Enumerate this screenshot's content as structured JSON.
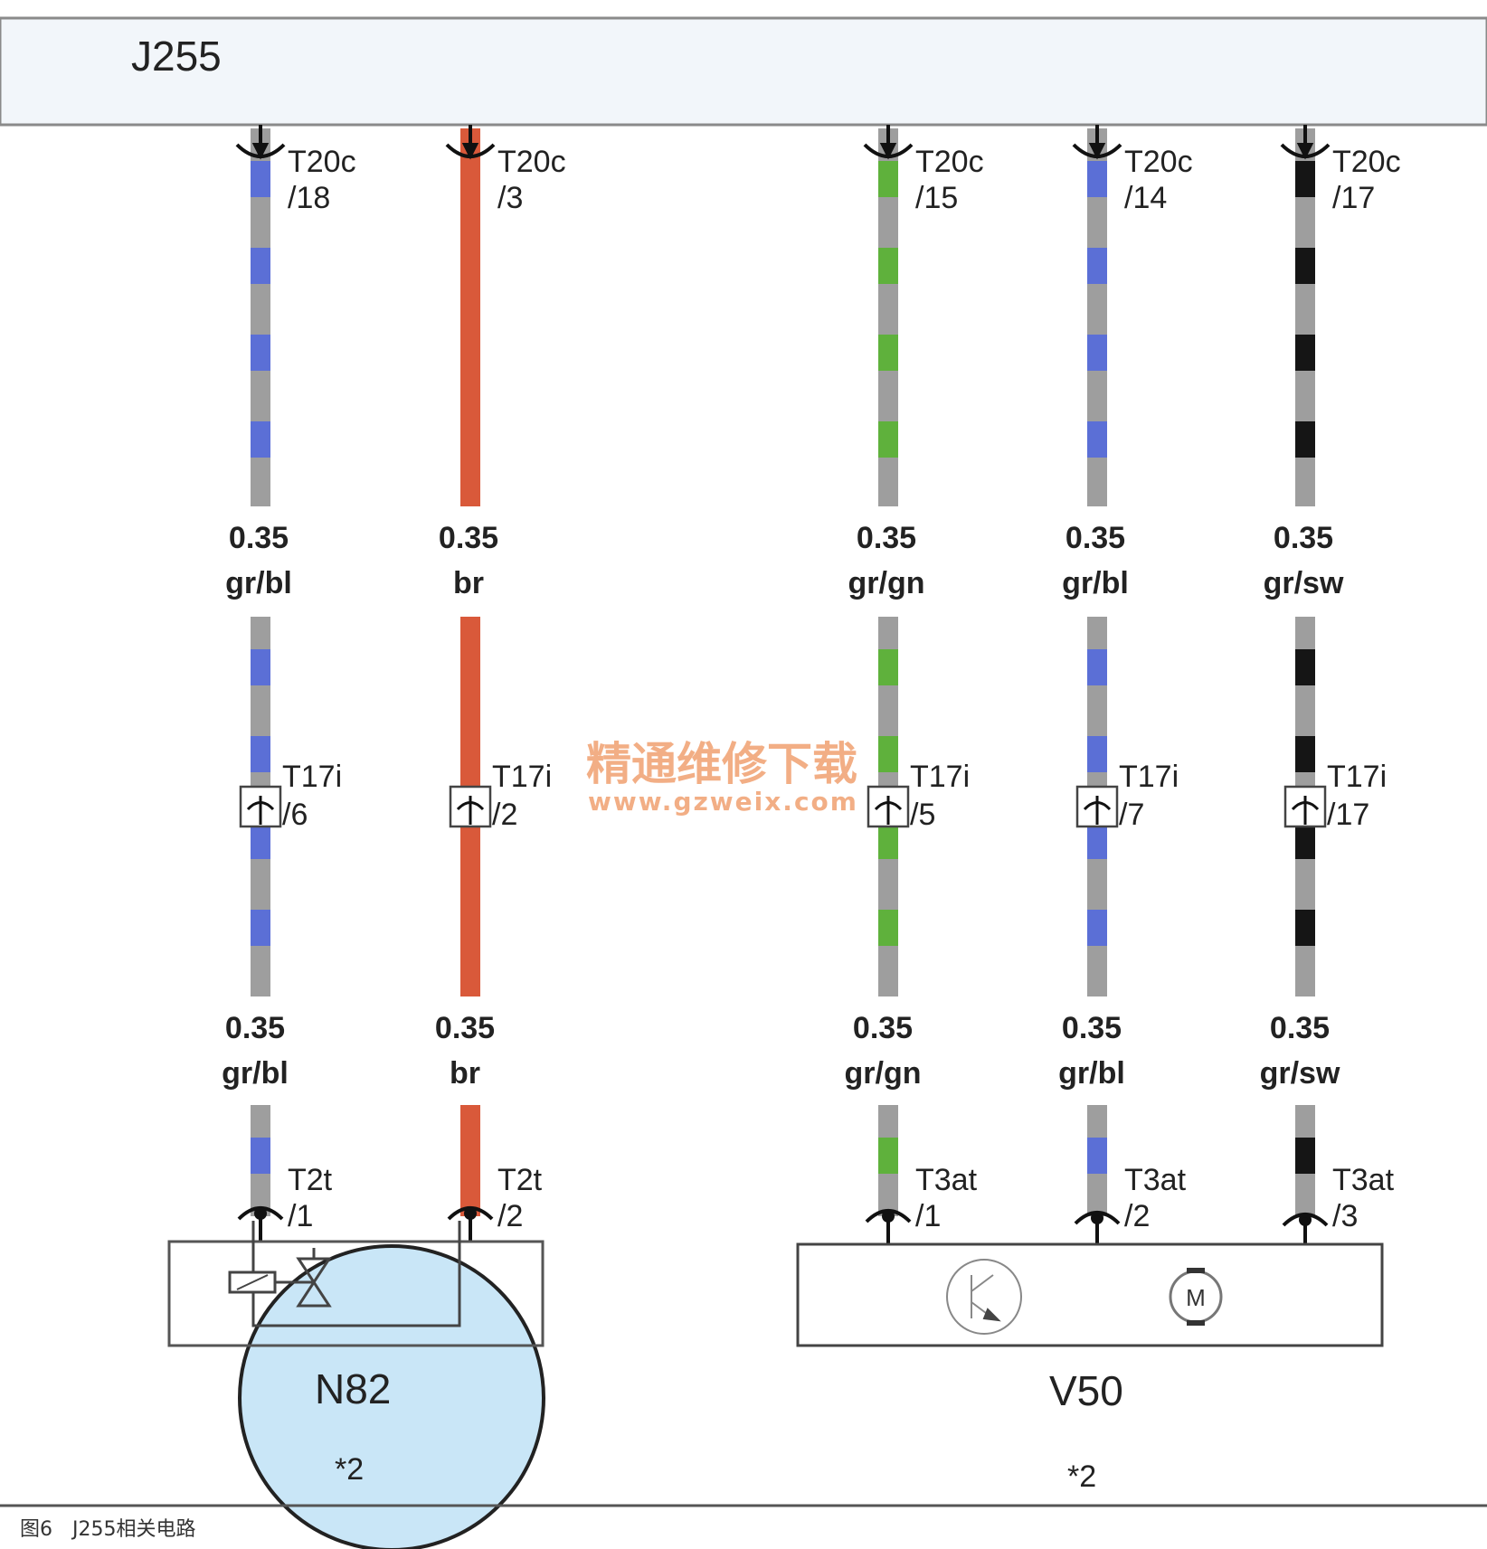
{
  "control_unit": {
    "label": "J255"
  },
  "colors": {
    "gr": "#9e9e9e",
    "bl": "#5b6fd6",
    "br": "#d9593a",
    "gn": "#5fb13c",
    "sw": "#151515",
    "component_fill": "#c9e6f7",
    "header_fill": "#f2f6fa"
  },
  "wires": [
    {
      "id": "w1",
      "colors": [
        "gr",
        "bl"
      ],
      "top_conn": "T20c",
      "top_pin": "/18",
      "gauge_top": "0.35",
      "color_top": "gr/bl",
      "mid_conn": "T17i",
      "mid_pin": "/6",
      "gauge_bot": "0.35",
      "color_bot": "gr/bl",
      "bot_conn": "T2t",
      "bot_pin": "/1"
    },
    {
      "id": "w2",
      "colors": [
        "br"
      ],
      "top_conn": "T20c",
      "top_pin": "/3",
      "gauge_top": "0.35",
      "color_top": "br",
      "mid_conn": "T17i",
      "mid_pin": "/2",
      "gauge_bot": "0.35",
      "color_bot": "br",
      "bot_conn": "T2t",
      "bot_pin": "/2"
    },
    {
      "id": "w3",
      "colors": [
        "gr",
        "gn"
      ],
      "top_conn": "T20c",
      "top_pin": "/15",
      "gauge_top": "0.35",
      "color_top": "gr/gn",
      "mid_conn": "T17i",
      "mid_pin": "/5",
      "gauge_bot": "0.35",
      "color_bot": "gr/gn",
      "bot_conn": "T3at",
      "bot_pin": "/1"
    },
    {
      "id": "w4",
      "colors": [
        "gr",
        "bl"
      ],
      "top_conn": "T20c",
      "top_pin": "/14",
      "gauge_top": "0.35",
      "color_top": "gr/bl",
      "mid_conn": "T17i",
      "mid_pin": "/7",
      "gauge_bot": "0.35",
      "color_bot": "gr/bl",
      "bot_conn": "T3at",
      "bot_pin": "/2"
    },
    {
      "id": "w5",
      "colors": [
        "gr",
        "sw"
      ],
      "top_conn": "T20c",
      "top_pin": "/17",
      "gauge_top": "0.35",
      "color_top": "gr/sw",
      "mid_conn": "T17i",
      "mid_pin": "/17",
      "gauge_bot": "0.35",
      "color_bot": "gr/sw",
      "bot_conn": "T3at",
      "bot_pin": "/3"
    }
  ],
  "components": {
    "n82": {
      "label": "N82",
      "note": "*2"
    },
    "v50": {
      "label": "V50",
      "note": "*2",
      "motor_symbol": "M"
    }
  },
  "watermark": {
    "line1": "精通维修下载",
    "line2": "www.gzweix.com"
  },
  "caption": "图6　J255相关电路"
}
